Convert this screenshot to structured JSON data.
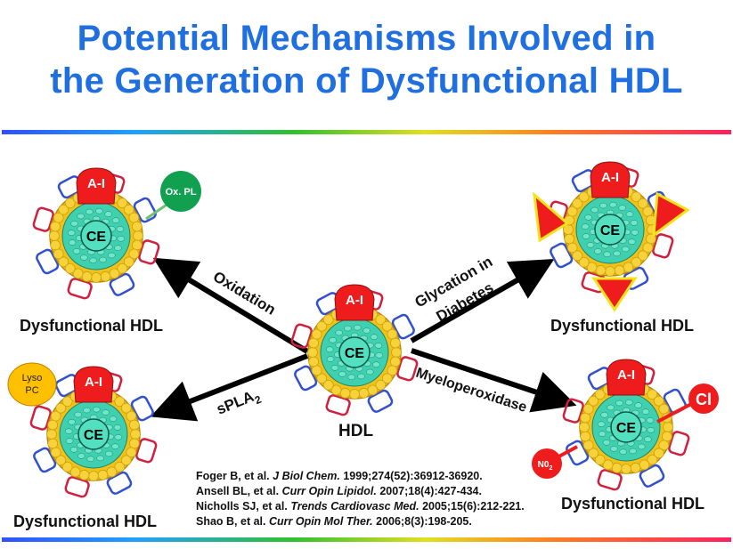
{
  "title": {
    "line1": "Potential Mechanisms Involved in",
    "line2": "the Generation of Dysfunctional HDL"
  },
  "labels": {
    "apo": "A-I",
    "core": "CE",
    "center": "HDL",
    "dysfunctional": "Dysfunctional HDL",
    "ox_pl": "Ox. PL",
    "lyso_line1": "Lyso",
    "lyso_line2": "PC",
    "cl": "Cl",
    "no2": "N0",
    "no2_sub": "2"
  },
  "arrows": {
    "oxidation": "Oxidation",
    "spla2": "sPLA",
    "spla2_sub": "2",
    "glycation_line1": "Glycation in",
    "glycation_line2": "Diabetes",
    "mpo": "Myeloperoxidase"
  },
  "references": [
    {
      "authors": "Foger B, et al.",
      "journal": "J Biol Chem.",
      "details": "1999;274(52):36912-36920."
    },
    {
      "authors": "Ansell BL, et al.",
      "journal": "Curr Opin Lipidol.",
      "details": "2007;18(4):427-434."
    },
    {
      "authors": "Nicholls SJ, et al.",
      "journal": "Trends Cardiovasc Med.",
      "details": "2005;15(6):212-221."
    },
    {
      "authors": "Shao B, et al.",
      "journal": "Curr Opin Mol Ther.",
      "details": "2006;8(3):198-205."
    }
  ],
  "colors": {
    "title": "#1f6fe0",
    "apo": "#ee1c1c",
    "shell": "#f2c316",
    "core": "#3fd0b0",
    "oxpl": "#10a050",
    "lyso": "#ffc000",
    "glycation": "#ee1c1c"
  }
}
